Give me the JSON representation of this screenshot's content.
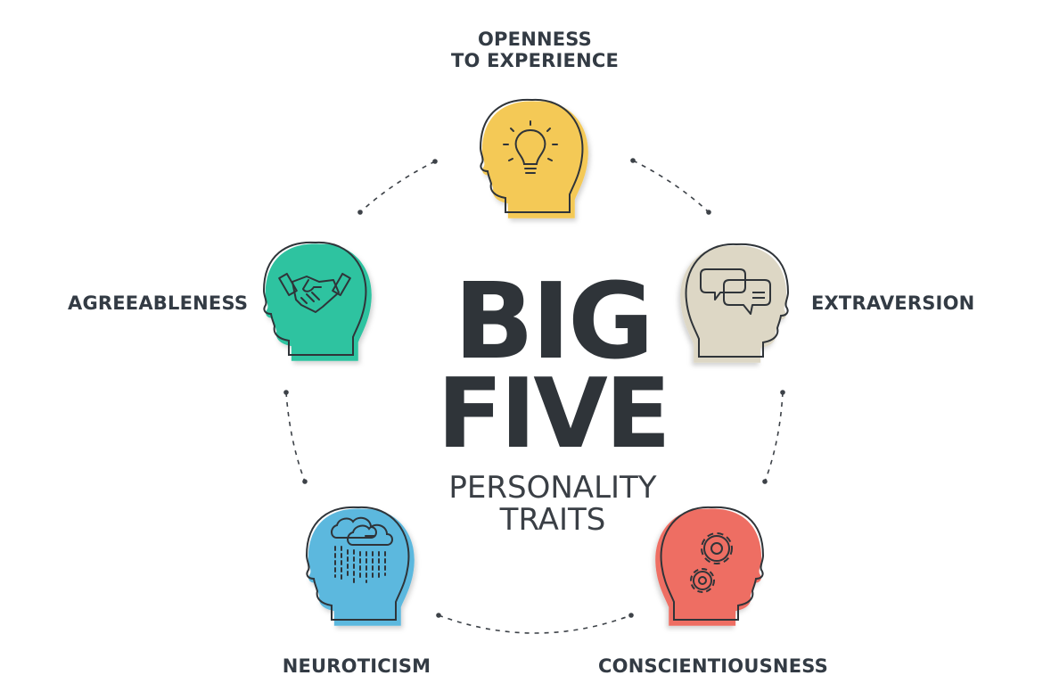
{
  "title": {
    "line1": "BIG",
    "line2": "FIVE"
  },
  "subtitle": {
    "line1": "PERSONALITY",
    "line2": "TRAITS"
  },
  "traits": [
    {
      "id": "openness",
      "label_lines": [
        "OPENNESS",
        "TO EXPERIENCE"
      ],
      "color": "#F4C957",
      "icon": "lightbulb-icon"
    },
    {
      "id": "extraversion",
      "label_lines": [
        "EXTRAVERSION"
      ],
      "color": "#DDD7C5",
      "icon": "speech-bubbles-icon"
    },
    {
      "id": "conscientiousness",
      "label_lines": [
        "CONSCIENTIOUSNESS"
      ],
      "color": "#EE6E64",
      "icon": "gears-icon"
    },
    {
      "id": "neuroticism",
      "label_lines": [
        "NEUROTICISM"
      ],
      "color": "#5CB8DE",
      "icon": "rain-cloud-icon"
    },
    {
      "id": "agreeableness",
      "label_lines": [
        "AGREEABLENESS"
      ],
      "color": "#2DC3A0",
      "icon": "handshake-icon"
    }
  ],
  "colors": {
    "outline": "#2f3439",
    "text": "#333b44",
    "connector": "#3d4248"
  }
}
